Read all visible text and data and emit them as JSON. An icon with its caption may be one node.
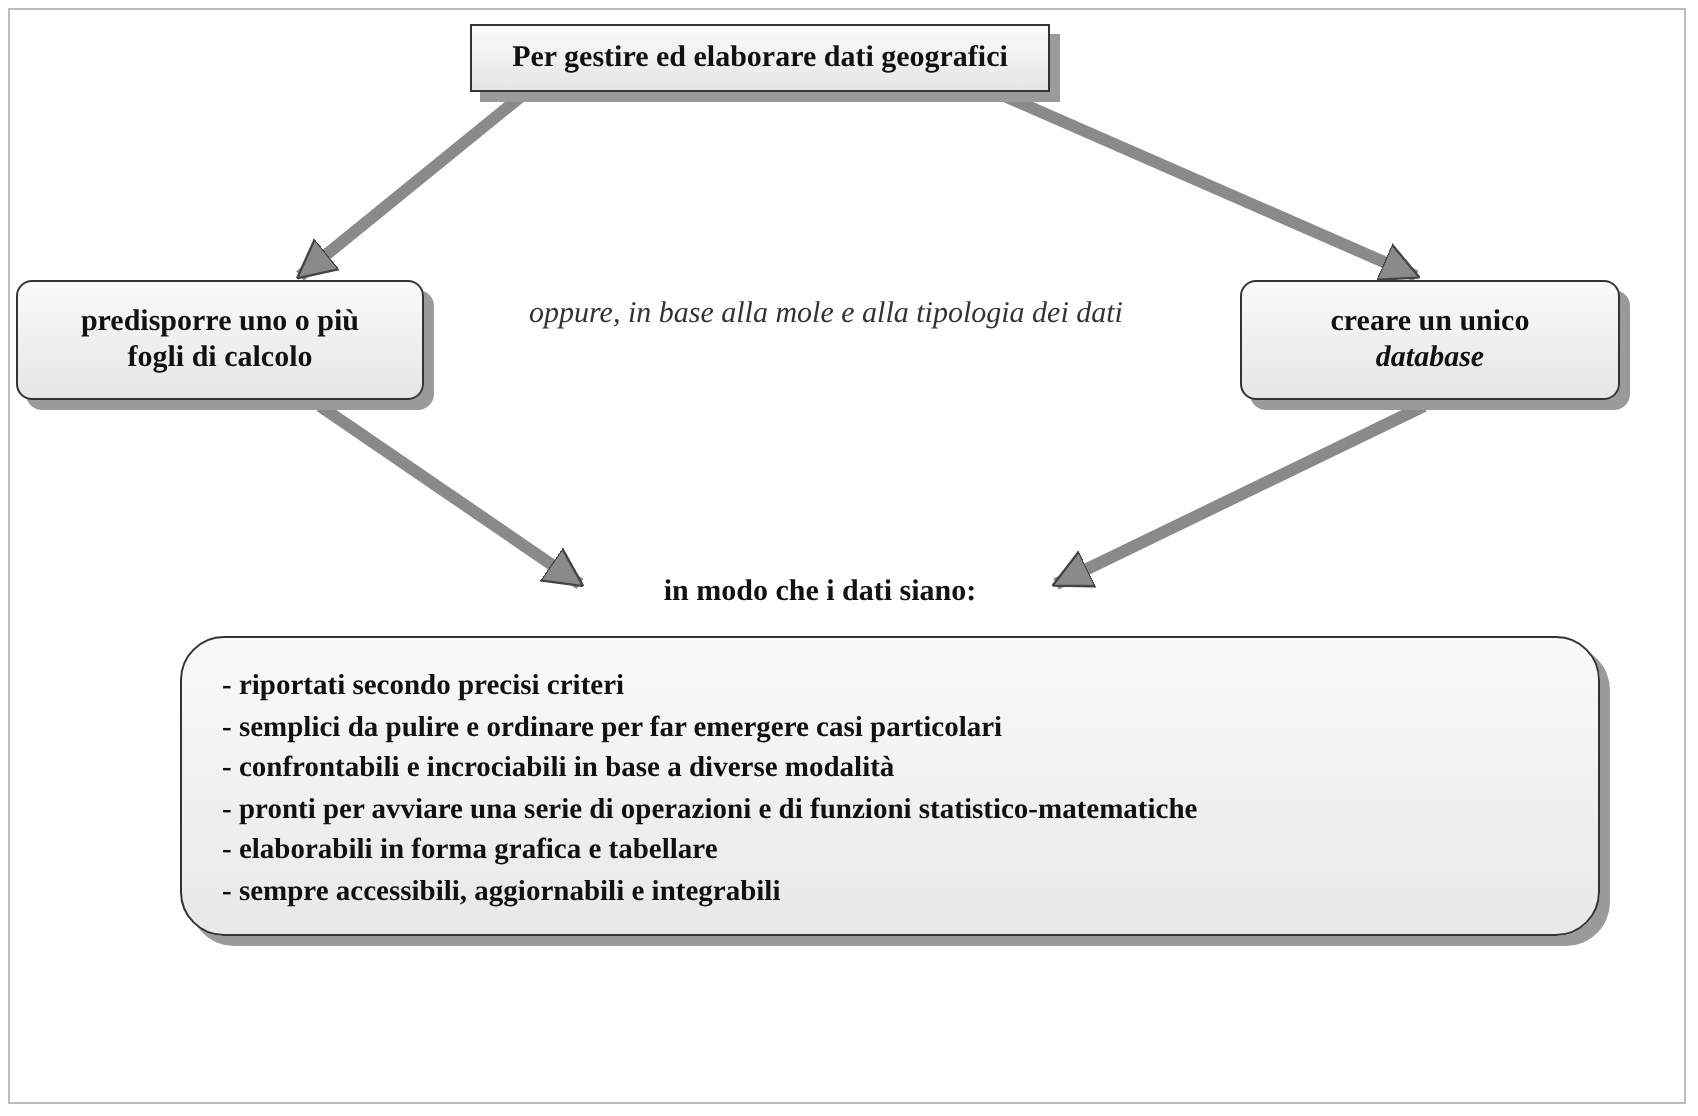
{
  "diagram": {
    "nodes": [
      {
        "text": [
          "Per gestire ed elaborare dati geografici"
        ]
      },
      {
        "text": [
          "predisporre uno o più fogli di calcolo"
        ]
      },
      {
        "text": [
          "creare un unico *database*"
        ]
      },
      {
        "text": [
          "in modo che i dati siano:"
        ]
      },
      {
        "text": [
          "- riportati secondo precisi criteri",
          "- semplici da pulire e ordinare per far emergere casi particolari",
          "- confrontabili e incrociabili in base a diverse modalità",
          "- pronti per avviare una serie di operazioni e di funzioni statistico-matematiche",
          "- elaborabili in forma grafica e tabellare",
          "- sempre accessibili, aggiornabili e integrabili"
        ]
      }
    ],
    "edges": [
      {
        "from": 0,
        "to": 1,
        "arrow": "to"
      },
      {
        "from": 0,
        "to": 2,
        "arrow": "to"
      },
      {
        "from": 1,
        "to": 3,
        "arrow": "to"
      },
      {
        "from": 2,
        "to": 3,
        "arrow": "to"
      }
    ],
    "labels": [
      "oppure, in base alla mole e alla tipologia dei dati"
    ]
  }
}
